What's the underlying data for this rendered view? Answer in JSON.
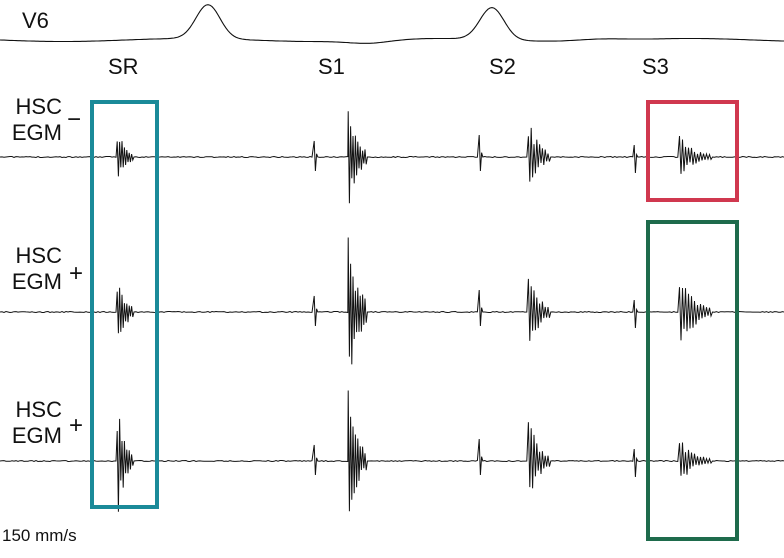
{
  "lead_label": "V6",
  "stimulus_labels": [
    "SR",
    "S1",
    "S2",
    "S3"
  ],
  "channels": [
    {
      "line1": "HSC",
      "line2": "EGM",
      "sign": "−"
    },
    {
      "line1": "HSC",
      "line2": "EGM",
      "sign": "+"
    },
    {
      "line1": "HSC",
      "line2": "EGM",
      "sign": "+"
    }
  ],
  "paper_speed": "150 mm/s",
  "colors": {
    "trace": "#111111",
    "sr_box": "#1a8a99",
    "s3_top_box": "#d0384f",
    "s3_bottom_box": "#1e6b4c"
  }
}
